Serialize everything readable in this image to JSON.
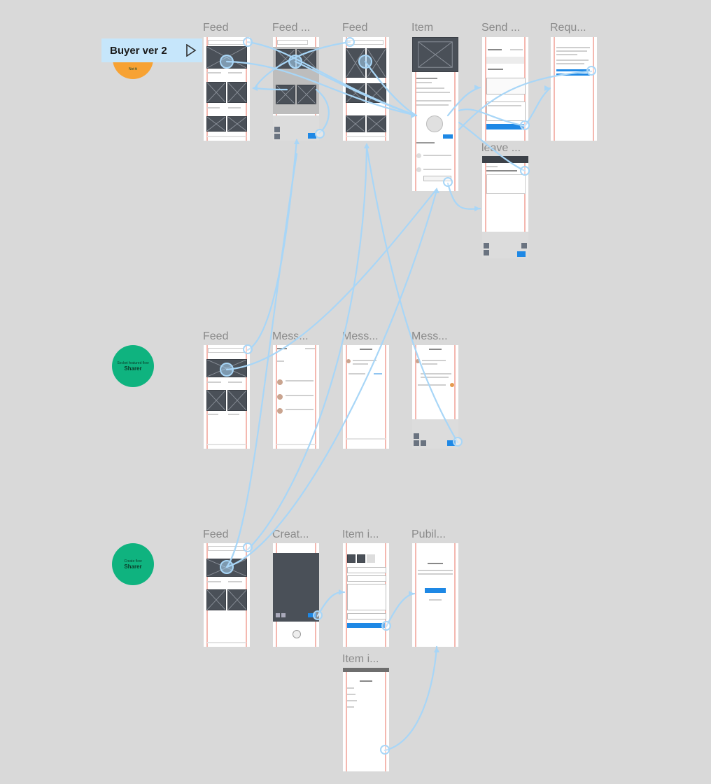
{
  "prototype_tag": {
    "label": "Buyer ver 2",
    "play_icon": "play-icon"
  },
  "flows": [
    {
      "line1": "Not tt",
      "line2": "",
      "color": "#f7a233"
    },
    {
      "line1": "Socket featured flow",
      "line2": "Sharer",
      "color": "#0fb37f"
    },
    {
      "line1": "Create flow",
      "line2": "Sharer",
      "color": "#0fb37f"
    }
  ],
  "frames": {
    "r1": [
      "Feed",
      "Feed ...",
      "Feed",
      "Item",
      "Send ...",
      "Requ..."
    ],
    "leave": "leave ...",
    "r2": [
      "Feed",
      "Mess...",
      "Mess...",
      "Mess..."
    ],
    "r3": [
      "Feed",
      "Creat...",
      "Item i...",
      "Pubil..."
    ],
    "r4": [
      "Item i..."
    ]
  },
  "colors": {
    "canvas": "#d9d9d9",
    "link": "#a8d6f7",
    "accent": "#1e88e5",
    "placeholder": "#4a5058"
  }
}
